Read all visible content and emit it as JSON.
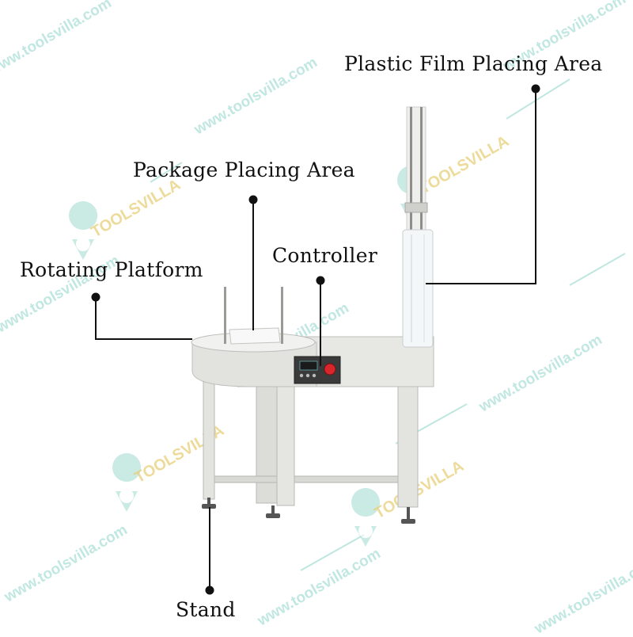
{
  "labels": {
    "film_area": "Plastic Film Placing Area",
    "package_area": "Package Placing Area",
    "controller": "Controller",
    "rotating_platform": "Rotating Platform",
    "stand": "Stand"
  },
  "watermark": {
    "url": "www.toolsvilla.com",
    "brand": "TOOLSVILLA"
  },
  "colors": {
    "line": "#111111",
    "watermark_text": "#8fd4c9",
    "watermark_brand": "#e8cf7a",
    "machine_body": "#e6e6e4",
    "emergency_stop": "#d8262b"
  }
}
